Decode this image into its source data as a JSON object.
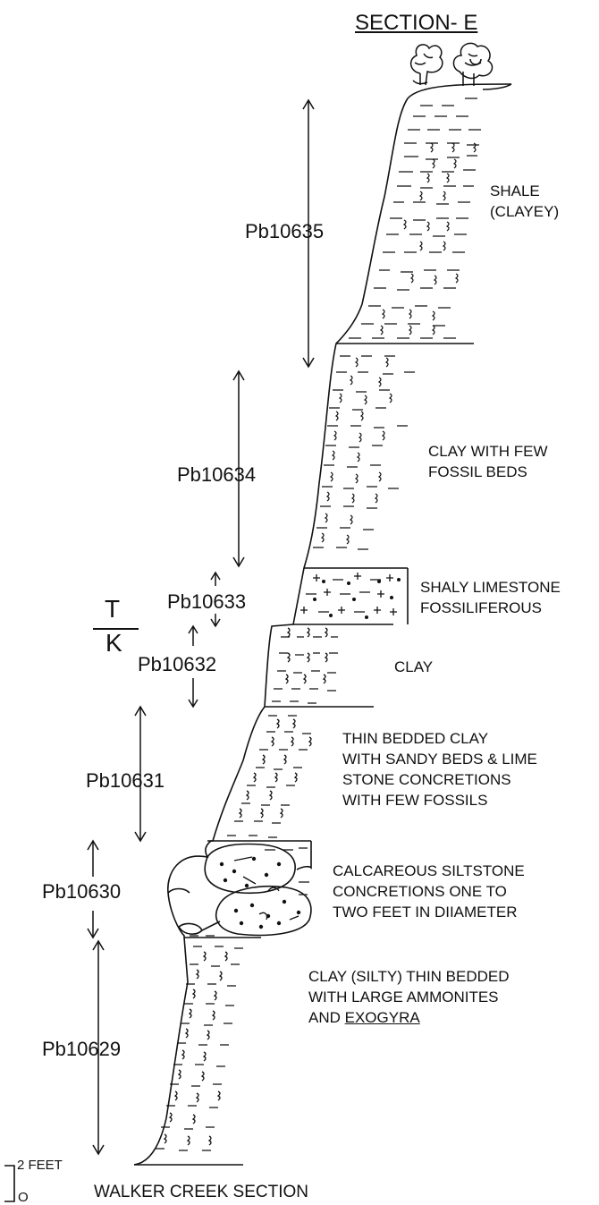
{
  "title": "SECTION- E",
  "samples": {
    "s1": "Pb10635",
    "s2": "Pb10634",
    "s3": "Pb10633",
    "s4": "Pb10632",
    "s5": "Pb10631",
    "s6": "Pb10630",
    "s7": "Pb10629"
  },
  "layers": {
    "l1": "SHALE\n(CLAYEY)",
    "l2": "CLAY WITH FEW\nFOSSIL BEDS",
    "l3": "SHALY LIMESTONE\nFOSSILIFEROUS",
    "l4": "CLAY",
    "l5": "THIN BEDDED CLAY\nWITH SANDY BEDS & LIME\nSTONE CONCRETIONS\nWITH FEW FOSSILS",
    "l6": "CALCAREOUS SILTSTONE\nCONCRETIONS ONE TO\nTWO FEET IN DIIAMETER",
    "l7a": "CLAY (SILTY) THIN BEDDED\nWITH LARGE AMMONITES\nAND ",
    "l7b": "EXOGYRA"
  },
  "boundary": {
    "upper": "T",
    "lower": "K"
  },
  "scale": {
    "top": "2 FEET",
    "bottom": "O"
  },
  "footer": "WALKER CREEK SECTION"
}
